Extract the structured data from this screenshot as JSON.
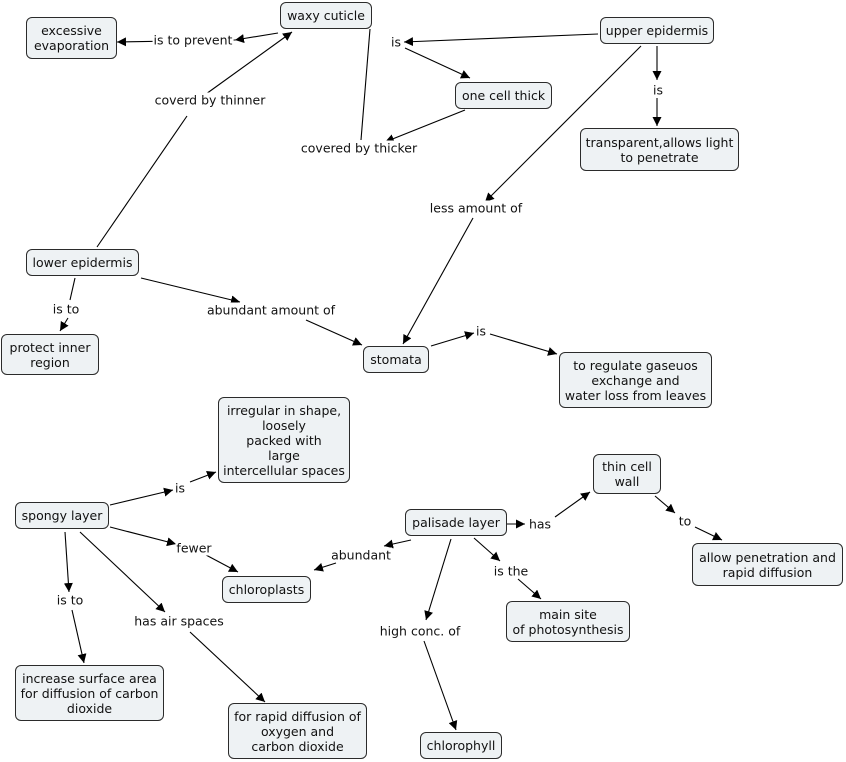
{
  "nodes": {
    "waxy_cuticle": "waxy cuticle",
    "excessive_evaporation": "excessive\nevaporation",
    "upper_epidermis": "upper epidermis",
    "one_cell_thick": "one cell thick",
    "transparent": "transparent,allows light\nto penetrate",
    "lower_epidermis": "lower epidermis",
    "protect_inner": "protect inner\nregion",
    "stomata": "stomata",
    "regulate": "to regulate gaseuos\nexchange and\nwater loss from leaves",
    "irregular": "irregular in shape,\nloosely\npacked with\nlarge\nintercellular spaces",
    "spongy_layer": "spongy layer",
    "chloroplasts": "chloroplasts",
    "palisade_layer": "palisade layer",
    "thin_cell_wall": "thin cell\nwall",
    "allow_penetration": "allow penetration and\nrapid diffusion",
    "main_site": "main site\nof photosynthesis",
    "increase_surface": "increase surface area\nfor diffusion of carbon\ndioxide",
    "rapid_diffusion": "for rapid diffusion of\noxygen and\ncarbon dioxide",
    "chlorophyll": "chlorophyll"
  },
  "links": {
    "is_to_prevent": "is to prevent",
    "coverd_by_thinner": "coverd by thinner",
    "is_upper": "is",
    "covered_by_thicker": "covered by thicker",
    "is_transparent": "is",
    "less_amount_of": "less amount of",
    "is_to_protect": "is to",
    "abundant_amount_of": "abundant amount of",
    "is_regulate": "is",
    "is_spongy": "is",
    "fewer": "fewer",
    "is_to_increase": "is to",
    "has_air_spaces": "has air spaces",
    "abundant": "abundant",
    "has": "has",
    "to": "to",
    "is_the": "is the",
    "high_conc_of": "high conc. of"
  }
}
